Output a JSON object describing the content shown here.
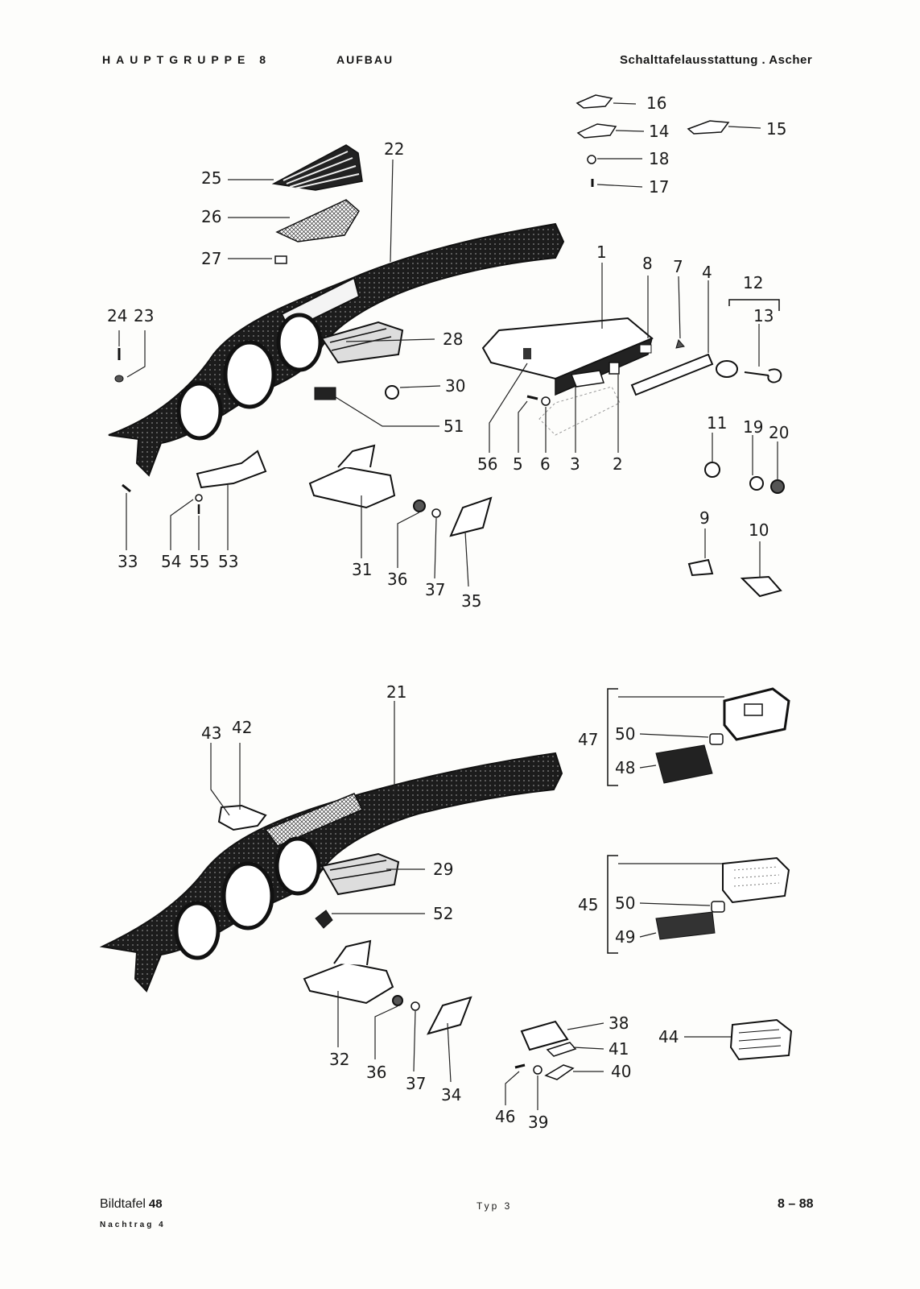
{
  "header": {
    "group": "HAUPTGRUPPE 8",
    "section": "AUFBAU",
    "title": "Schalttafelausstattung . Ascher"
  },
  "footer": {
    "plate_label": "Bildtafel",
    "plate_number": "48",
    "supplement": "Nachtrag 4",
    "type": "Typ 3",
    "page": "8 – 88"
  },
  "upper_callouts": [
    "1",
    "2",
    "3",
    "4",
    "5",
    "6",
    "7",
    "8",
    "9",
    "10",
    "11",
    "12",
    "13",
    "14",
    "15",
    "16",
    "17",
    "18",
    "19",
    "20",
    "22",
    "23",
    "24",
    "25",
    "26",
    "27",
    "28",
    "30",
    "31",
    "33",
    "35",
    "36",
    "37",
    "51",
    "53",
    "54",
    "55",
    "56"
  ],
  "lower_callouts": [
    "21",
    "29",
    "32",
    "34",
    "36",
    "37",
    "38",
    "39",
    "40",
    "41",
    "42",
    "43",
    "44",
    "45",
    "46",
    "47",
    "48",
    "49",
    "50",
    "50",
    "52"
  ]
}
